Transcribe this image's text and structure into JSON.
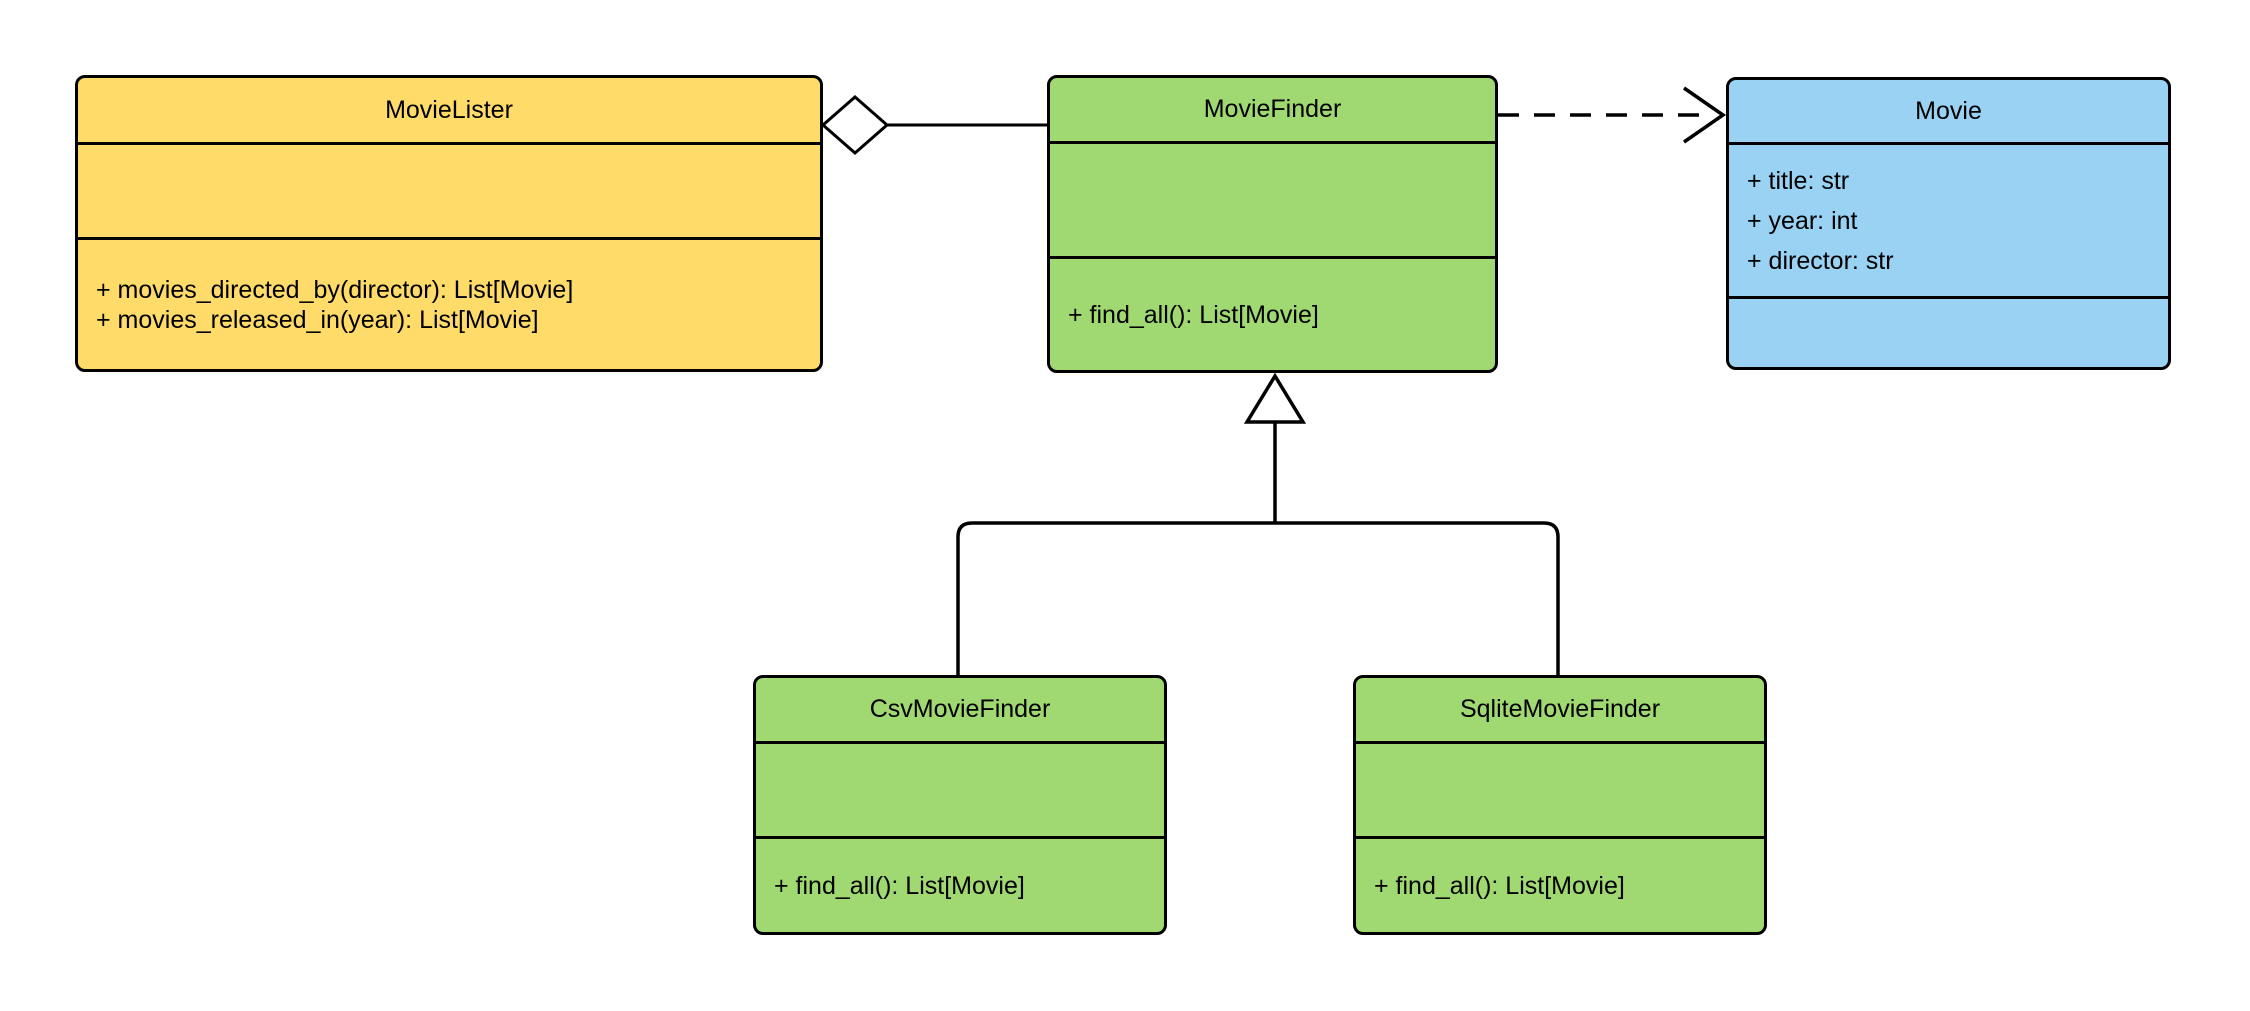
{
  "diagram": {
    "type": "uml-class-diagram",
    "background_color": "#ffffff",
    "stroke_color": "#000000",
    "colors": {
      "lister_yellow": "#FFDC69",
      "finder_green": "#A0D871",
      "movie_blue": "#99D2F2"
    }
  },
  "classes": [
    {
      "name": "MovieLister",
      "fill_color": "#FFDC69",
      "attributes": [],
      "methods": [
        "+ movies_directed_by(director): List[Movie]",
        "+ movies_released_in(year): List[Movie]"
      ]
    },
    {
      "name": "MovieFinder",
      "fill_color": "#A0D871",
      "attributes": [],
      "methods": [
        "+ find_all(): List[Movie]"
      ]
    },
    {
      "name": "Movie",
      "fill_color": "#99D2F2",
      "attributes": [
        "+ title: str",
        "+ year: int",
        "+ director: str"
      ],
      "methods": []
    },
    {
      "name": "CsvMovieFinder",
      "fill_color": "#A0D871",
      "attributes": [],
      "methods": [
        "+ find_all(): List[Movie]"
      ]
    },
    {
      "name": "SqliteMovieFinder",
      "fill_color": "#A0D871",
      "attributes": [],
      "methods": [
        "+ find_all(): List[Movie]"
      ]
    }
  ],
  "relationships": [
    {
      "type": "aggregation",
      "from": "MovieLister",
      "to": "MovieFinder",
      "line": "solid",
      "marker": "hollow-diamond"
    },
    {
      "type": "dependency",
      "from": "MovieFinder",
      "to": "Movie",
      "line": "dashed",
      "marker": "open-arrow"
    },
    {
      "type": "inheritance",
      "from": "CsvMovieFinder",
      "to": "MovieFinder",
      "line": "solid",
      "marker": "hollow-triangle"
    },
    {
      "type": "inheritance",
      "from": "SqliteMovieFinder",
      "to": "MovieFinder",
      "line": "solid",
      "marker": "hollow-triangle"
    }
  ]
}
